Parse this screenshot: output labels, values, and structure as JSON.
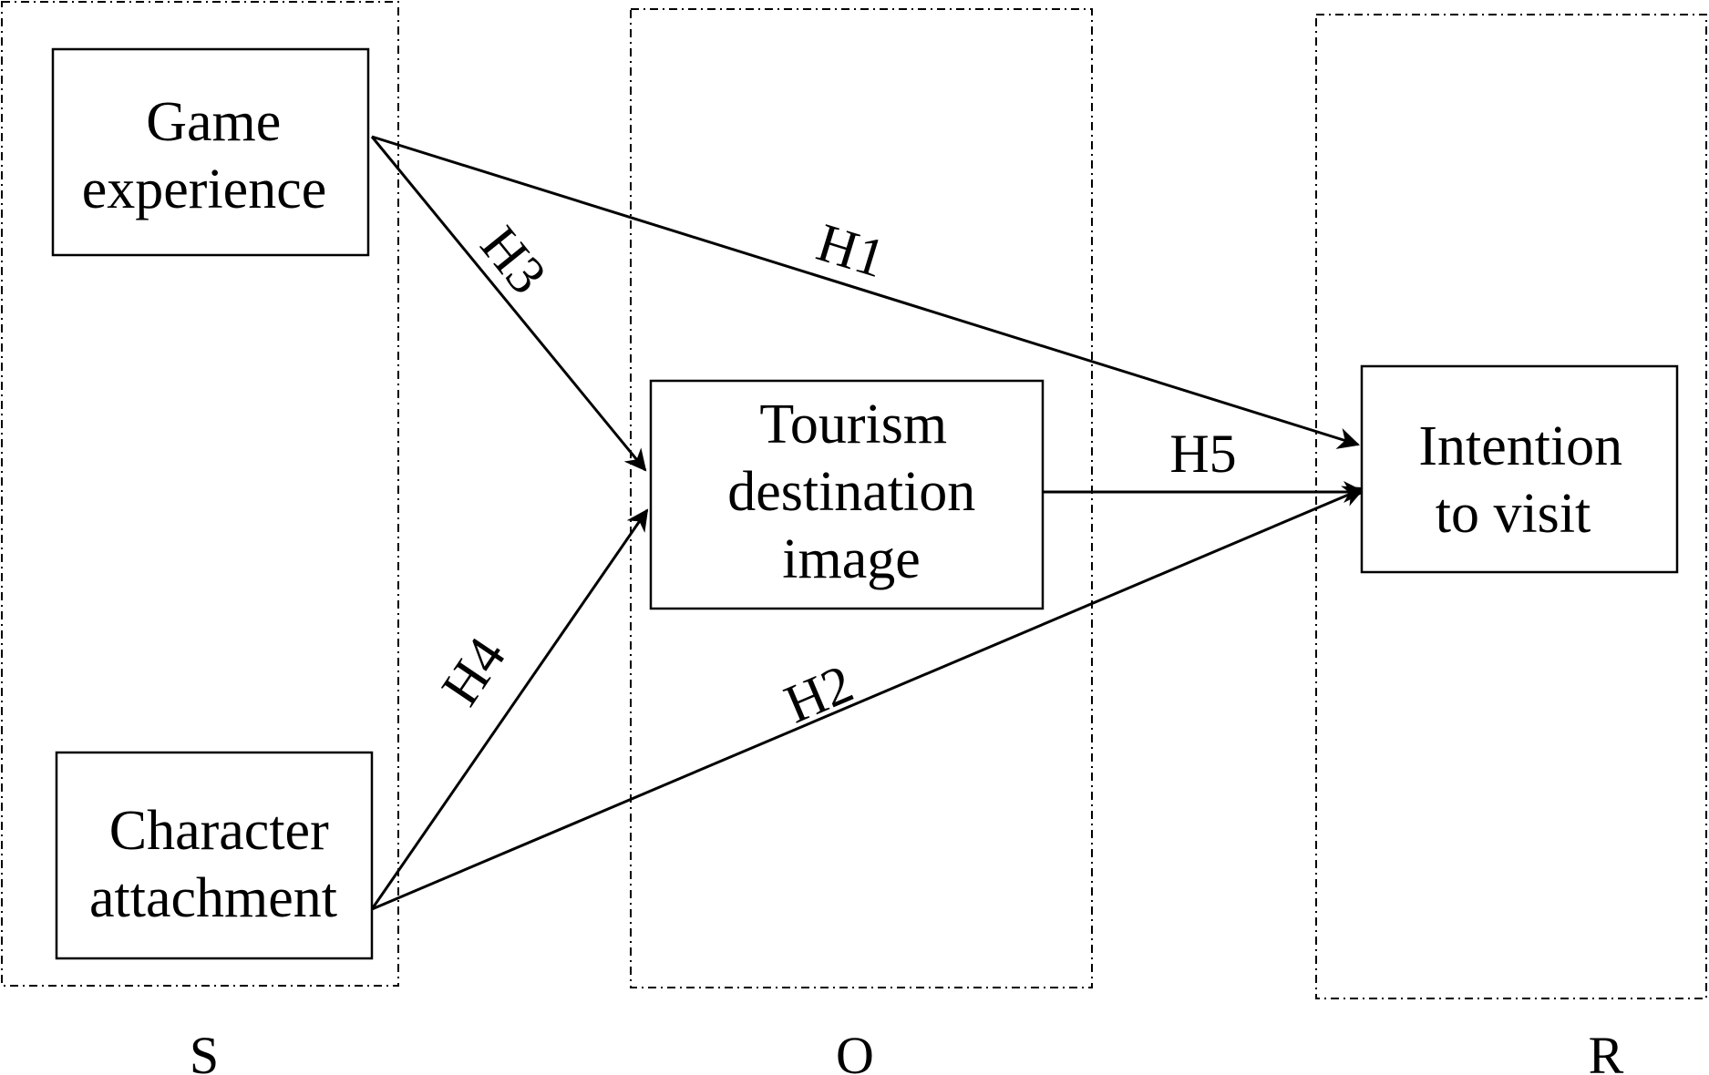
{
  "stages": [
    {
      "id": "s",
      "label": "S"
    },
    {
      "id": "o",
      "label": "O"
    },
    {
      "id": "r",
      "label": "R"
    }
  ],
  "nodes": {
    "game": {
      "lines": [
        "Game",
        "experience"
      ]
    },
    "character": {
      "lines": [
        "Character",
        "attachment"
      ]
    },
    "tourism": {
      "lines": [
        "Tourism",
        "destination",
        "image"
      ]
    },
    "intention": {
      "lines": [
        "Intention",
        "to visit"
      ]
    }
  },
  "hypotheses": [
    {
      "id": "h1",
      "label": "H1",
      "from": "game",
      "to": "intention"
    },
    {
      "id": "h2",
      "label": "H2",
      "from": "character",
      "to": "intention"
    },
    {
      "id": "h3",
      "label": "H3",
      "from": "game",
      "to": "tourism"
    },
    {
      "id": "h4",
      "label": "H4",
      "from": "character",
      "to": "tourism"
    },
    {
      "id": "h5",
      "label": "H5",
      "from": "tourism",
      "to": "intention"
    }
  ],
  "colors": {
    "stroke": "#000000",
    "background": "#ffffff"
  }
}
